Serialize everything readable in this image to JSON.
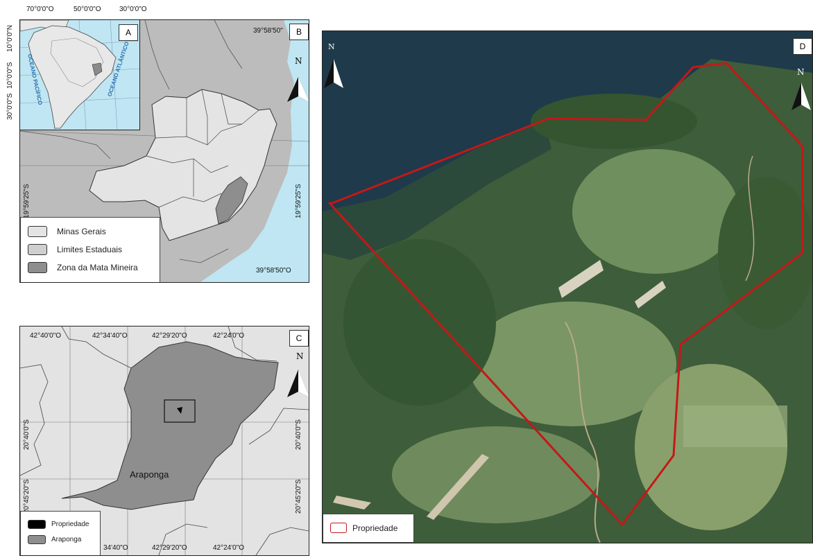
{
  "panel_a": {
    "label": "A",
    "top_coords": [
      "70°0'0\"O",
      "50°0'0\"O",
      "30°0'0\"O"
    ],
    "left_coords": [
      "10°0'0\"N",
      "10°0'0\"S",
      "30°0'0\"S"
    ],
    "ocean_pacific": "OCEANO PACÍFICO",
    "ocean_atlantic": "OCEANO ATLÂNTICO"
  },
  "panel_b": {
    "label": "B",
    "coord_top_right": "39°58'50\"",
    "coord_bottom_right": "39°58'50\"O",
    "coord_left": "19°59'25\"S",
    "coord_right": "19°59'25\"S",
    "north": "N",
    "legend": [
      {
        "label": "Minas Gerais",
        "color": "#e4e4e4"
      },
      {
        "label": "Limites Estaduais",
        "color": "#cfcfcf"
      },
      {
        "label": "Zona da Mata Mineira",
        "color": "#8e8e8e"
      }
    ]
  },
  "panel_c": {
    "label": "C",
    "top_coords": [
      "42°40'0\"O",
      "42°34'40\"O",
      "42°29'20\"O",
      "42°24'0\"O"
    ],
    "bottom_coords": [
      "34'40\"O",
      "42°29'20\"O",
      "42°24'0\"O"
    ],
    "left_coords": [
      "20°40'0\"S",
      "20°45'20\"S"
    ],
    "right_coords": [
      "20°40'0\"S",
      "20°45'20\"S"
    ],
    "municipality": "Araponga",
    "north": "N",
    "legend": [
      {
        "label": "Propriedade",
        "color": "#000000"
      },
      {
        "label": "Araponga",
        "color": "#8e8e8e"
      }
    ]
  },
  "panel_d": {
    "label": "D",
    "north": "N",
    "legend_label": "Propriedade",
    "boundary_color": "#c41818"
  }
}
